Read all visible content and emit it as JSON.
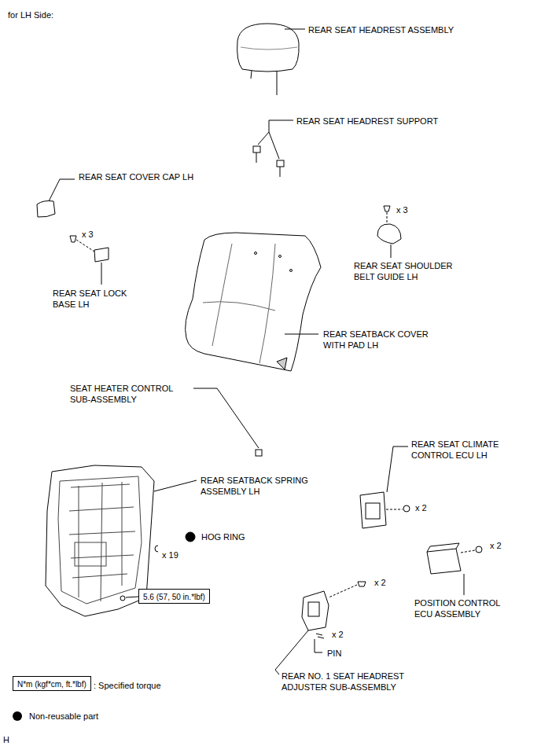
{
  "diagram": {
    "nodes": [
      {
        "text": [
          "5.6 (57, 50 in.*lbf)"
        ]
      },
      {
        "text": [
          "N*m (kgf*cm, ft.*lbf)"
        ]
      }
    ],
    "labels": [
      "for LH Side:",
      "REAR SEAT HEADREST ASSEMBLY",
      "REAR SEAT HEADREST SUPPORT",
      "REAR SEAT COVER CAP LH",
      "x 3",
      "x 3",
      "REAR SEAT SHOULDER BELT GUIDE LH",
      "REAR SEAT LOCK BASE LH",
      "REAR SEATBACK COVER WITH PAD LH",
      "SEAT HEATER CONTROL SUB-ASSEMBLY",
      "REAR SEAT CLIMATE CONTROL ECU LH",
      "REAR SEATBACK SPRING ASSEMBLY LH",
      "x 2",
      "HOG RING",
      "x 19",
      "x 2",
      "x 2",
      "POSITION CONTROL ECU ASSEMBLY",
      "x 2",
      "PIN",
      "REAR NO. 1 SEAT HEADREST ADJUSTER SUB-ASSEMBLY",
      "H"
    ],
    "legend": [
      {
        "text": ": Specified torque"
      },
      {
        "text": "Non-reusable part",
        "color": "#000000"
      }
    ]
  }
}
